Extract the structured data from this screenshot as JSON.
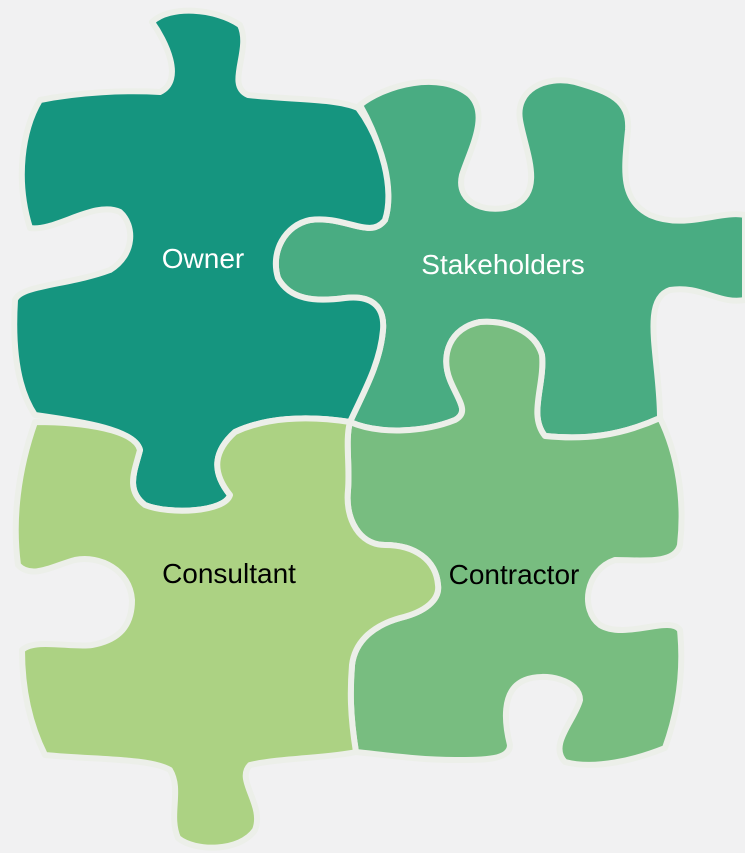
{
  "pieces": {
    "owner": {
      "label": "Owner",
      "fill": "#15957f",
      "text_color": "#ffffff"
    },
    "stakeholders": {
      "label": "Stakeholders",
      "fill": "#49ac82",
      "text_color": "#ffffff"
    },
    "contractor": {
      "label": "Contractor",
      "fill": "#78bd80",
      "text_color": "#000000"
    },
    "consultant": {
      "label": "Consultant",
      "fill": "#acd283",
      "text_color": "#000000"
    }
  }
}
